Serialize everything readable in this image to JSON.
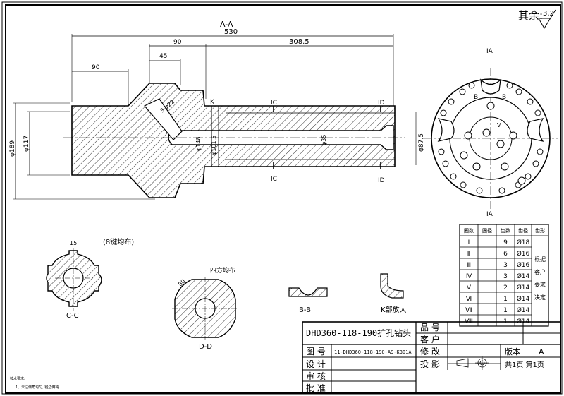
{
  "roughness": {
    "label": "其余:",
    "value": "3.2"
  },
  "section_views": {
    "aa_title": "A-A",
    "ia_top": "IA",
    "ia_bottom": "IA",
    "ic_top": "IC",
    "ic_bottom": "IC",
    "id_top": "ID",
    "id_bottom": "ID",
    "k_mark": "K",
    "b_mark_1": "B",
    "b_mark_2": "B",
    "v_mark": "V"
  },
  "dimensions": {
    "d530": "530",
    "d90_top": "90",
    "d308": "308.5",
    "d45": "45",
    "d90_left": "90",
    "d189": "φ189",
    "d117": "φ117",
    "d148": "φ148",
    "d101": "φ101.5",
    "d35": "φ35",
    "d87": "φ87.5",
    "dhole": "3-φ22",
    "d80": "80"
  },
  "sub_views": {
    "cc_note": "(8键均布)",
    "cc_label": "C-C",
    "dd_note": "四方均布",
    "dd_label": "D-D",
    "bb_label": "B-B",
    "k_label": "K部放大",
    "dim15": "15"
  },
  "button_table": {
    "headers": [
      "圈数",
      "圈径",
      "齿数",
      "齿径",
      "齿形"
    ],
    "rows": [
      {
        "ring": "Ⅰ",
        "count": "9",
        "dia": "Ø18"
      },
      {
        "ring": "Ⅱ",
        "count": "6",
        "dia": "Ø16"
      },
      {
        "ring": "Ⅲ",
        "count": "3",
        "dia": "Ø16"
      },
      {
        "ring": "Ⅳ",
        "count": "3",
        "dia": "Ø14"
      },
      {
        "ring": "Ⅴ",
        "count": "2",
        "dia": "Ø14"
      },
      {
        "ring": "Ⅵ",
        "count": "1",
        "dia": "Ø14"
      },
      {
        "ring": "Ⅶ",
        "count": "1",
        "dia": "Ø14"
      },
      {
        "ring": "Ⅷ",
        "count": "1",
        "dia": "Ø14"
      }
    ],
    "shape_note": [
      "根据",
      "客户",
      "要求",
      "决定"
    ]
  },
  "title_block": {
    "part_name": "DHD360-118-190扩孔钻头",
    "drawing_no": "11-DHD360-118-190-A9-K301A",
    "labels": {
      "product_no": "品  号",
      "customer": "客  户",
      "drawing": "图  号",
      "design": "设  计",
      "review": "审  核",
      "approve": "批  准",
      "modify": "修  改",
      "projection": "投  影",
      "version": "版本",
      "version_value": "A",
      "pages": "共1页  第1页"
    }
  },
  "tech_notes": {
    "title": "技术要求:",
    "line1": "1、未注倒角均匀, 锐边倒钝."
  }
}
